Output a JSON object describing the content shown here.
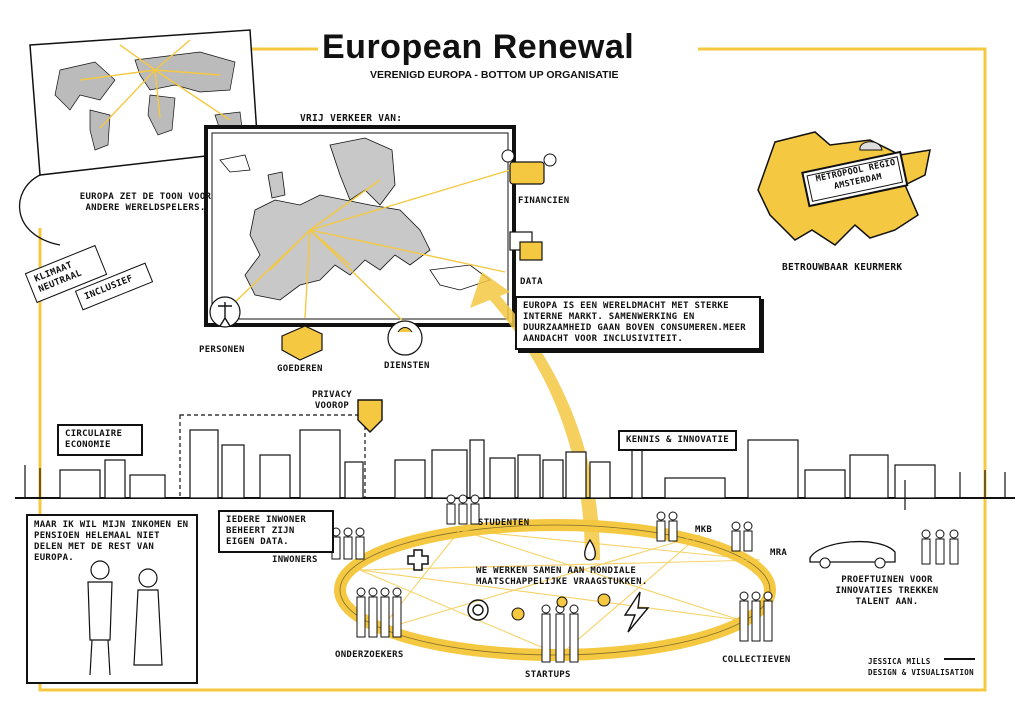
{
  "header": {
    "title": "European Renewal",
    "subtitle": "VERENIGD EUROPA  - BOTTOM UP ORGANISATIE"
  },
  "colors": {
    "accent": "#f5c842",
    "ink": "#111111",
    "land": "#c8c8c8"
  },
  "left_panel": {
    "world_note": "EUROPA ZET DE TOON VOOR ANDERE WERELDSPELERS.",
    "tag_climate": "KLIMAAT NEUTRAAL",
    "tag_inclusive": "INCLUSIEF"
  },
  "europe_map": {
    "heading": "VRIJ VERKEER VAN:",
    "flows": {
      "financien": "FINANCIEN",
      "data": "DATA",
      "personen": "PERSONEN",
      "goederen": "GOEDEREN",
      "diensten": "DIENSTEN"
    },
    "statement": "EUROPA IS EEN WERELDMACHT MET STERKE INTERNE MARKT. SAMENWERKING EN DUURZAAMHEID GAAN BOVEN CONSUMEREN.MEER AANDACHT VOOR INCLUSIVITEIT."
  },
  "region": {
    "sign": "METROPOOL REGIO AMSTERDAM",
    "caption": "BETROUWBAAR KEURMERK"
  },
  "city": {
    "circular": "CIRCULAIRE ECONOMIE",
    "privacy": "PRIVACY VOOROP",
    "knowledge": "KENNIS & INNOVATIE"
  },
  "ecosystem": {
    "data_note": "IEDERE INWONER BEHEERT ZIJN EIGEN DATA.",
    "center_note": "WE WERKEN SAMEN AAN MONDIALE MAATSCHAPPELIJKE VRAAGSTUKKEN.",
    "nodes": {
      "studenten": "STUDENTEN",
      "inwoners": "INWONERS",
      "mkb": "MKB",
      "mra": "MRA",
      "onderzoekers": "ONDERZOEKERS",
      "startups": "STARTUPS",
      "collectieven": "COLLECTIEVEN"
    },
    "testbeds": "PROEFTUINEN VOOR INNOVATIES TREKKEN TALENT AAN."
  },
  "quote": "MAAR IK WIL MIJN INKOMEN EN PENSIOEN HELEMAAL NIET DELEN MET DE REST VAN EUROPA.",
  "credit": {
    "author": "JESSICA MILLS",
    "role": "DESIGN & VISUALISATION"
  }
}
